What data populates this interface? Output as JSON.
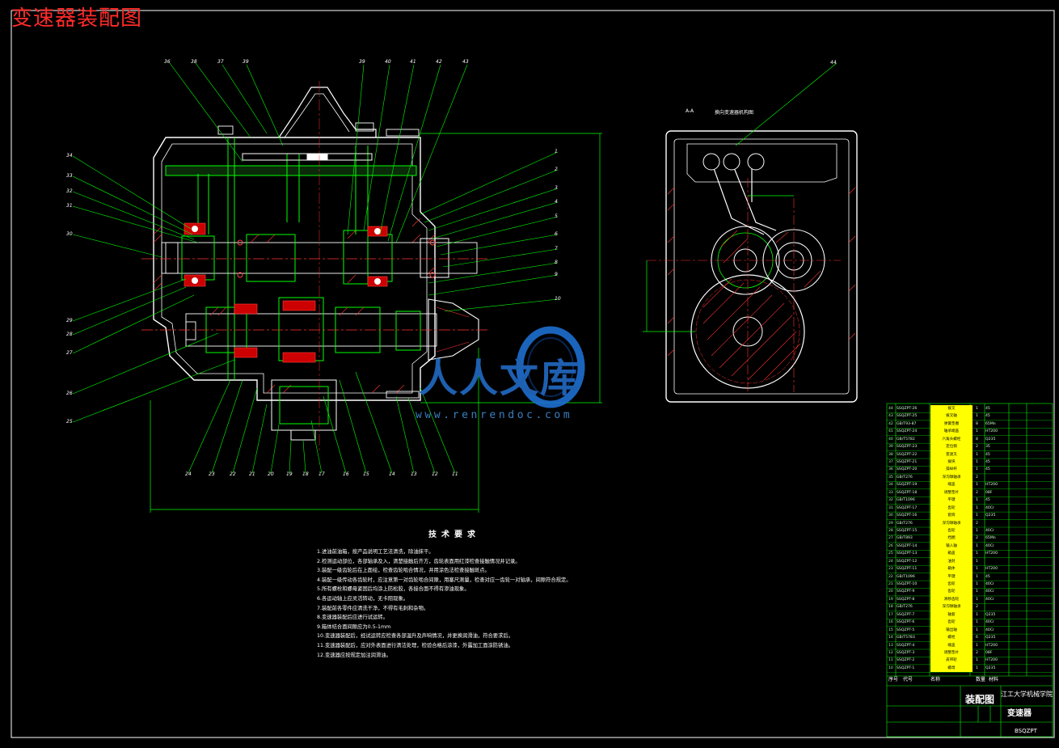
{
  "drawing": {
    "title": "变速器装配图",
    "section_label": "A-A",
    "section_title": "换向变速器机构图"
  },
  "callouts_top": [
    "36",
    "38",
    "37",
    "39",
    "39",
    "40",
    "41",
    "42",
    "43"
  ],
  "callouts_left": [
    "34",
    "33",
    "32",
    "31",
    "30",
    "29",
    "28",
    "27",
    "26",
    "25"
  ],
  "callouts_right": [
    "1",
    "2",
    "3",
    "4",
    "5",
    "6",
    "7",
    "8",
    "9",
    "10"
  ],
  "callouts_bottom": [
    "24",
    "23",
    "22",
    "21",
    "20",
    "19",
    "18",
    "17",
    "16",
    "15",
    "14",
    "13",
    "12",
    "11"
  ],
  "callout_side": "44",
  "tech_requirements": {
    "title": "技术要求",
    "lines": [
      "1.进油前油箱，按产品说明工艺法清洗，除油抹干。",
      "2.检测运动部位，各部轴承及入，清楚接触后齐方，齿轮表面用红漆检查接触情况并记录。",
      "3.装配一级齿轮后在上面绘，检查齿轮啮合情况，并用涂色法检查接触斑点。",
      "4.装配一级传动各齿轮时，应注意第一对齿轮啮合间隙，用塞尺测量，检查对应一齿轮一对轴承，间隙符合规定。",
      "5.所有螺栓和螺母紧固后均涂上防松胶，各接合面不得有渗油现象。",
      "6.各运动轴上应灵活转动，无卡阻现象。",
      "7.装配前各零件应清洗干净，不得有毛刺和杂物。",
      "8.变速器装配后应进行试运转。",
      "9.箱体结合面间隙应为0.5-1mm",
      "10.变速器装配后，经试运转应检查各部温升及声响情况，并更换润滑油，符合要求后。",
      "11.变速器装配后，应对外表面进行清洁处理，检验合格后涂漆，外露加工面涂防锈油。",
      "12.变速器应按规定加注润滑油。"
    ]
  },
  "watermark": {
    "brand": "人人文库",
    "url": "www.renrendoc.com"
  },
  "bom": {
    "rows": [
      {
        "no": "44",
        "code": "SSQZPT-26",
        "name": "拨叉",
        "qty": "1",
        "mat": "45"
      },
      {
        "no": "43",
        "code": "SSQZPT-25",
        "name": "拨叉轴",
        "qty": "1",
        "mat": "45"
      },
      {
        "no": "42",
        "code": "GB/T93-87",
        "name": "弹簧垫圈",
        "qty": "8",
        "mat": "65Mn"
      },
      {
        "no": "41",
        "code": "SSQZPT-24",
        "name": "轴承端盖",
        "qty": "1",
        "mat": "HT200"
      },
      {
        "no": "40",
        "code": "GB/T5782",
        "name": "六角头螺栓",
        "qty": "8",
        "mat": "Q235"
      },
      {
        "no": "39",
        "code": "SSQZPT-23",
        "name": "定位销",
        "qty": "2",
        "mat": "35"
      },
      {
        "no": "38",
        "code": "SSQZPT-22",
        "name": "变速叉",
        "qty": "1",
        "mat": "45"
      },
      {
        "no": "37",
        "code": "SSQZPT-21",
        "name": "拨块",
        "qty": "1",
        "mat": "45"
      },
      {
        "no": "36",
        "code": "SSQZPT-20",
        "name": "操纵杆",
        "qty": "1",
        "mat": "45"
      },
      {
        "no": "35",
        "code": "GB/T276",
        "name": "深沟球轴承",
        "qty": "2",
        "mat": ""
      },
      {
        "no": "34",
        "code": "SSQZPT-19",
        "name": "端盖",
        "qty": "1",
        "mat": "HT200"
      },
      {
        "no": "33",
        "code": "SSQZPT-18",
        "name": "调整垫片",
        "qty": "2",
        "mat": "08F"
      },
      {
        "no": "32",
        "code": "GB/T1096",
        "name": "平键",
        "qty": "1",
        "mat": "45"
      },
      {
        "no": "31",
        "code": "SSQZPT-17",
        "name": "齿轮",
        "qty": "1",
        "mat": "40Cr"
      },
      {
        "no": "30",
        "code": "SSQZPT-16",
        "name": "套筒",
        "qty": "1",
        "mat": "Q235"
      },
      {
        "no": "29",
        "code": "GB/T276",
        "name": "深沟球轴承",
        "qty": "2",
        "mat": ""
      },
      {
        "no": "28",
        "code": "SSQZPT-15",
        "name": "齿轮",
        "qty": "1",
        "mat": "40Cr"
      },
      {
        "no": "27",
        "code": "GB/T893",
        "name": "挡圈",
        "qty": "2",
        "mat": "65Mn"
      },
      {
        "no": "26",
        "code": "SSQZPT-14",
        "name": "输入轴",
        "qty": "1",
        "mat": "40Cr"
      },
      {
        "no": "25",
        "code": "SSQZPT-13",
        "name": "箱盖",
        "qty": "1",
        "mat": "HT200"
      },
      {
        "no": "24",
        "code": "SSQZPT-12",
        "name": "油封",
        "qty": "1",
        "mat": ""
      },
      {
        "no": "23",
        "code": "SSQZPT-11",
        "name": "箱体",
        "qty": "1",
        "mat": "HT200"
      },
      {
        "no": "22",
        "code": "GB/T1096",
        "name": "平键",
        "qty": "1",
        "mat": "45"
      },
      {
        "no": "21",
        "code": "SSQZPT-10",
        "name": "齿轮",
        "qty": "1",
        "mat": "40Cr"
      },
      {
        "no": "20",
        "code": "SSQZPT-9",
        "name": "齿轮",
        "qty": "1",
        "mat": "40Cr"
      },
      {
        "no": "19",
        "code": "SSQZPT-8",
        "name": "滑移齿轮",
        "qty": "1",
        "mat": "40Cr"
      },
      {
        "no": "18",
        "code": "GB/T276",
        "name": "深沟球轴承",
        "qty": "2",
        "mat": ""
      },
      {
        "no": "17",
        "code": "SSQZPT-7",
        "name": "轴套",
        "qty": "1",
        "mat": "Q235"
      },
      {
        "no": "16",
        "code": "SSQZPT-6",
        "name": "齿轮",
        "qty": "1",
        "mat": "40Cr"
      },
      {
        "no": "15",
        "code": "SSQZPT-5",
        "name": "输出轴",
        "qty": "1",
        "mat": "40Cr"
      },
      {
        "no": "14",
        "code": "GB/T5783",
        "name": "螺栓",
        "qty": "6",
        "mat": "Q235"
      },
      {
        "no": "13",
        "code": "SSQZPT-4",
        "name": "端盖",
        "qty": "1",
        "mat": "HT200"
      },
      {
        "no": "12",
        "code": "SSQZPT-3",
        "name": "调整垫片",
        "qty": "2",
        "mat": "08F"
      },
      {
        "no": "11",
        "code": "SSQZPT-2",
        "name": "皮带轮",
        "qty": "1",
        "mat": "HT200"
      },
      {
        "no": "10",
        "code": "SSQZPT-1",
        "name": "螺母",
        "qty": "1",
        "mat": "Q235"
      }
    ],
    "header": {
      "no": "序号",
      "code": "代号",
      "name": "名称",
      "qty": "数量",
      "mat": "材料"
    }
  },
  "title_block": {
    "drawing_type": "装配图",
    "school": "江工大学机械学院",
    "part_name": "变速器",
    "drawing_code": "BSQZPT"
  }
}
